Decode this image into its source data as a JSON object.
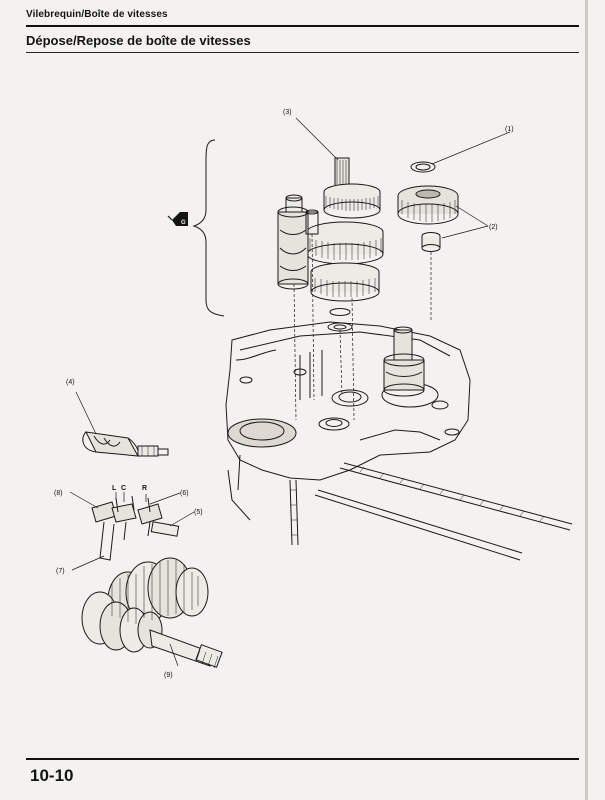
{
  "header": {
    "running_title": "Vilebrequin/Boîte de vitesses",
    "section_title": "Dépose/Repose de boîte de vitesses"
  },
  "diagram": {
    "callouts": {
      "c1": "(1)",
      "c2": "(2)",
      "c3": "(3)",
      "c4": "(4)",
      "c5": "(5)",
      "c6": "(6)",
      "c7": "(7)",
      "c8": "(8)",
      "c9": "(9)"
    },
    "fork_labels": {
      "left": "L",
      "center": "C",
      "right": "R"
    },
    "oil_badge": "G",
    "icons": [
      "oil-can-icon",
      "gear-icon"
    ]
  },
  "footer": {
    "page_number": "10-10"
  },
  "colors": {
    "paper": "#f4f2ee",
    "ink": "#141414"
  }
}
